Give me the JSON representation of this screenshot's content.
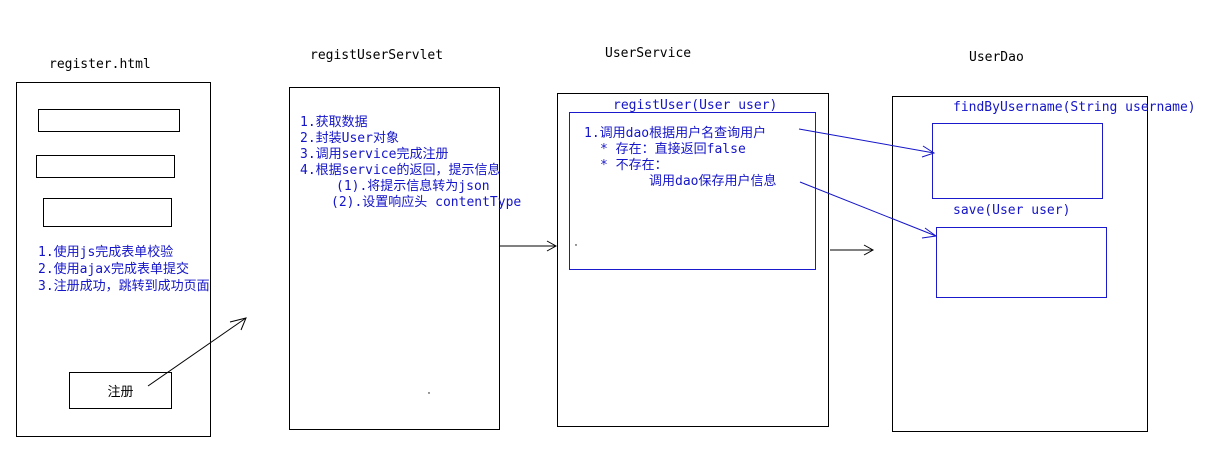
{
  "colors": {
    "annotation_blue": "#1414c8",
    "border_black": "#000000",
    "background": "#ffffff"
  },
  "register_page": {
    "title": "register.html",
    "steps": [
      "1.使用js完成表单校验",
      "2.使用ajax完成表单提交",
      "3.注册成功，跳转到成功页面"
    ],
    "register_button_label": "注册"
  },
  "servlet": {
    "title": "registUserServlet",
    "steps": [
      "1.获取数据",
      "2.封装User对象",
      "3.调用service完成注册",
      "4.根据service的返回，提示信息",
      "(1).将提示信息转为json",
      "(2).设置响应头 contentType"
    ]
  },
  "service": {
    "title": "UserService",
    "method_signature": "registUser(User user)",
    "steps": [
      "1.调用dao根据用户名查询用户",
      "* 存在：直接返回false",
      "* 不存在：",
      "调用dao保存用户信息"
    ]
  },
  "dao": {
    "title": "UserDao",
    "methods": [
      {
        "signature": "findByUsername(String username)"
      },
      {
        "signature": "save(User user)"
      }
    ]
  }
}
